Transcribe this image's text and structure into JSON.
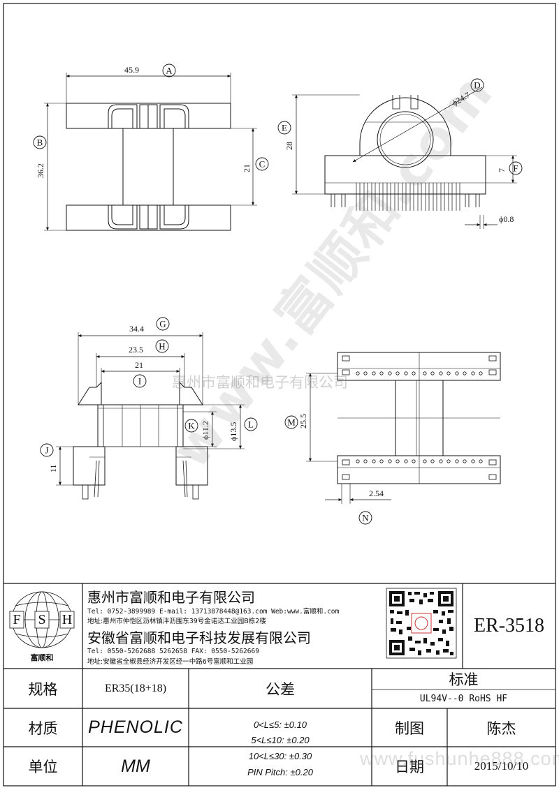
{
  "drawing": {
    "labels": {
      "A": "A",
      "B": "B",
      "C": "C",
      "D": "D",
      "E": "E",
      "F": "F",
      "G": "G",
      "H": "H",
      "I": "I",
      "J": "J",
      "K": "K",
      "L": "L",
      "M": "M",
      "N": "N"
    },
    "dims": {
      "A": "45.9",
      "B": "36.2",
      "C": "21",
      "D": "ϕ24.7",
      "E": "28",
      "F": "7",
      "pin_dia": "ϕ0.8",
      "G": "34.4",
      "H": "23.5",
      "I": "21",
      "J": "11",
      "K": "ϕ11.2",
      "L": "ϕ13.5",
      "M": "25.5",
      "N": "2.54"
    },
    "watermark_diagonal": "www.富顺和.com",
    "watermark_company": "惠州市富顺和电子有限公司"
  },
  "title_block": {
    "logo": {
      "letters": [
        "F",
        "S",
        "H"
      ],
      "caption": "富顺和"
    },
    "company1": {
      "name": "惠州市富顺和电子有限公司",
      "tel_line": "Tel:  0752-3899989  E-mail: 13713878448@163.com  Web:www.富顺和.com",
      "addr_line": "地址:惠州市仲恺区沥林镇泮沥围东39号金诺达工业园B栋2楼"
    },
    "company2": {
      "name": "安徽省富顺和电子科技发展有限公司",
      "tel_line": "Tel:  0550-5262688  5262658      FAX: 0550-5262669",
      "addr_line": "地址:安徽省全椒县经济开发区经一中路6号富顺和工业园"
    },
    "part_number": "ER-3518",
    "spec_label": "规格",
    "spec_value": "ER35(18+18)",
    "material_label": "材质",
    "material_value": "PHENOLIC",
    "unit_label": "单位",
    "unit_value": "MM",
    "tolerance_label": "公差",
    "tolerances": [
      "0<L≤5: ±0.10",
      "5<L≤10: ±0.20",
      "10<L≤30: ±0.30",
      "PIN Pitch: ±0.20"
    ],
    "standard_label": "标准",
    "standard_value": "UL94V--0  RoHS HF",
    "drawn_label": "制图",
    "drawn_value": "陈杰",
    "date_label": "日期",
    "date_value": "2015/10/10",
    "watermark_url": "www.fushunhe888.com"
  }
}
